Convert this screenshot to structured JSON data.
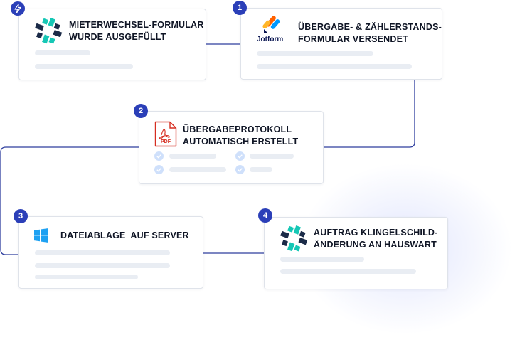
{
  "steps": [
    {
      "id": "trigger",
      "badge": "",
      "badge_icon": "bolt-icon",
      "icon": "cross-logo-icon",
      "title": "MIETERWECHSEL-FORMULAR\nWURDE AUSGEFÜLLT"
    },
    {
      "id": "jotform",
      "badge": "1",
      "icon": "jotform-logo-icon",
      "brand": "Jotform",
      "title": "ÜBERGABE- & ZÄHLERSTANDS-\nFORMULAR VERSENDET"
    },
    {
      "id": "pdf",
      "badge": "2",
      "icon": "pdf-icon",
      "icon_label": "PDF",
      "title": "ÜBERGABEPROTOKOLL\nAUTOMATISCH ERSTELLT"
    },
    {
      "id": "server",
      "badge": "3",
      "icon": "windows-logo-icon",
      "title": "DATEIABLAGE  AUF SERVER"
    },
    {
      "id": "hauswart",
      "badge": "4",
      "icon": "cross-logo-icon",
      "title": "AUFTRAG KLINGELSCHILD-\nÄNDERUNG AN HAUSWART"
    }
  ],
  "colors": {
    "badge": "#2b3fb8",
    "connector": "#2e3e9e",
    "teal": "#15c7b5",
    "navy": "#1b2b48",
    "pdf_red": "#d62d20",
    "jotform_orange": "#ff6100",
    "jotform_blue": "#0099ff",
    "jotform_yellow": "#ffb629",
    "windows_blue": "#1ea1f2",
    "placeholder": "#e9edf3",
    "check": "#cfe0fb"
  }
}
